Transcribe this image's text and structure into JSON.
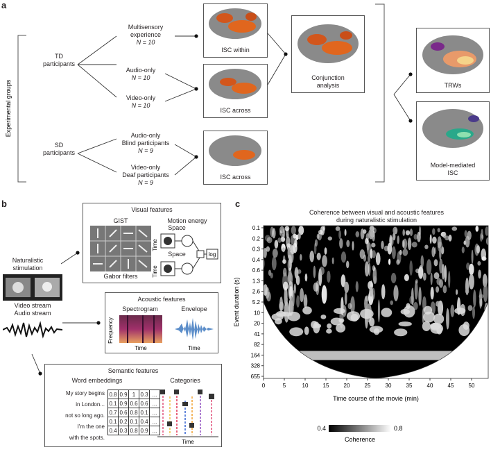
{
  "panel_a": {
    "letter": "a",
    "y_axis_label": "Experimental groups",
    "td_label_1": "TD",
    "td_label_2": "participants",
    "sd_label_1": "SD",
    "sd_label_2": "participants",
    "groups": {
      "multisensory_1": "Multisensory",
      "multisensory_2": "experience",
      "multisensory_n": "N = 10",
      "audio_td_1": "Audio-only",
      "audio_td_n": "N = 10",
      "video_td_1": "Video-only",
      "video_td_n": "N = 10",
      "audio_sd_1": "Audio-only",
      "audio_sd_2": "Blind participants",
      "audio_sd_n": "N = 9",
      "video_sd_1": "Video-only",
      "video_sd_2": "Deaf participants",
      "video_sd_n": "N = 9"
    },
    "brains": {
      "isc_within": "ISC within",
      "isc_across_td": "ISC across",
      "isc_across_sd": "ISC across",
      "conjunction_1": "Conjunction",
      "conjunction_2": "analysis",
      "trws": "TRWs",
      "model_1": "Model-mediated",
      "model_2": "ISC"
    }
  },
  "panel_b": {
    "letter": "b",
    "stim_1": "Naturalistic",
    "stim_2": "stimulation",
    "video_stream": "Video stream",
    "audio_stream": "Audio stream",
    "visual_title": "Visual features",
    "gist": "GIST",
    "gabor": "Gabor filters",
    "motion": "Motion energy",
    "space": "Space",
    "time": "Time",
    "log": "log",
    "acoustic_title": "Acoustic features",
    "spectrogram": "Spectrogram",
    "envelope": "Envelope",
    "frequency": "Frequency",
    "semantic_title": "Semantic features",
    "word_emb": "Word embeddings",
    "categories": "Categories",
    "sentences": [
      "My story begins",
      "in London...",
      "not so long ago.",
      "I'm the one",
      "with the spots."
    ],
    "embedding_rows": [
      [
        "0.8",
        "0.9",
        "1",
        "0.3",
        "..."
      ],
      [
        "0.1",
        "0.9",
        "0.6",
        "0.6",
        "..."
      ],
      [
        "0.7",
        "0.6",
        "0.8",
        "0.1",
        "..."
      ],
      [
        "0.1",
        "0.2",
        "0.1",
        "0.4",
        "..."
      ],
      [
        "0.4",
        "0.3",
        "0.8",
        "0.9",
        "..."
      ]
    ]
  },
  "panel_c": {
    "letter": "c",
    "title_1": "Coherence between visual and acoustic features",
    "title_2": "during naturalistic stimulation",
    "ylabel": "Event duration (s)",
    "xlabel": "Time course of the movie (min)",
    "colorbar_label": "Coherence",
    "colorbar_min": "0.4",
    "colorbar_max": "0.8"
  },
  "chart_data": {
    "type": "heatmap",
    "title": "Coherence between visual and acoustic features during naturalistic stimulation",
    "xlabel": "Time course of the movie (min)",
    "ylabel": "Event duration (s)",
    "x_ticks": [
      "0",
      "5",
      "10",
      "15",
      "20",
      "25",
      "30",
      "35",
      "40",
      "45",
      "50"
    ],
    "y_ticks": [
      "0.1",
      "0.2",
      "0.3",
      "0.4",
      "0.6",
      "1.3",
      "2.6",
      "5.2",
      "10",
      "20",
      "41",
      "82",
      "164",
      "328",
      "655"
    ],
    "xlim": [
      0,
      54
    ],
    "colorbar_range": [
      0.4,
      0.8
    ],
    "colormap": "black-to-white"
  }
}
